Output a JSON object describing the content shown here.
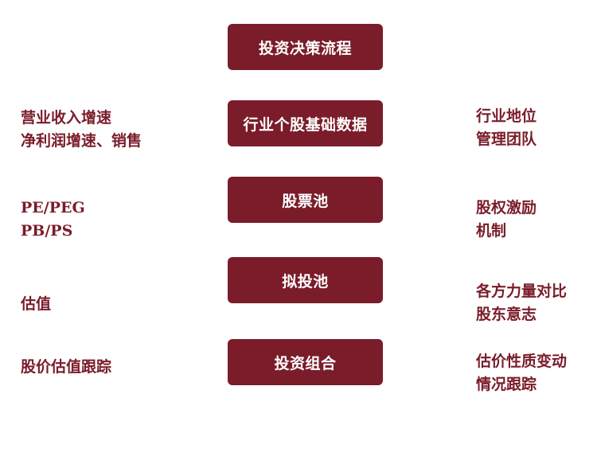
{
  "steps": [
    {
      "label": "投资决策流程"
    },
    {
      "label": "行业个股基础数据"
    },
    {
      "label": "股票池"
    },
    {
      "label": "拟投池"
    },
    {
      "label": "投资组合"
    }
  ],
  "left_notes": [
    {
      "lines": [
        "营业收入增速",
        "净利润增速、销售"
      ]
    },
    {
      "lines": [
        "PE/PEG",
        "PB/PS"
      ]
    },
    {
      "lines": [
        "估值"
      ]
    },
    {
      "lines": [
        "股价估值跟踪"
      ]
    }
  ],
  "right_notes": [
    {
      "lines": [
        "行业地位",
        "管理团队"
      ]
    },
    {
      "lines": [
        "股权激励",
        "机制"
      ]
    },
    {
      "lines": [
        "各方力量对比",
        "股东意志"
      ]
    },
    {
      "lines": [
        "估价性质变动",
        "情况跟踪"
      ]
    }
  ],
  "colors": {
    "box_fill": "#7a1c2a",
    "box_text": "#ffffff",
    "note_text": "#7a1c2a"
  }
}
